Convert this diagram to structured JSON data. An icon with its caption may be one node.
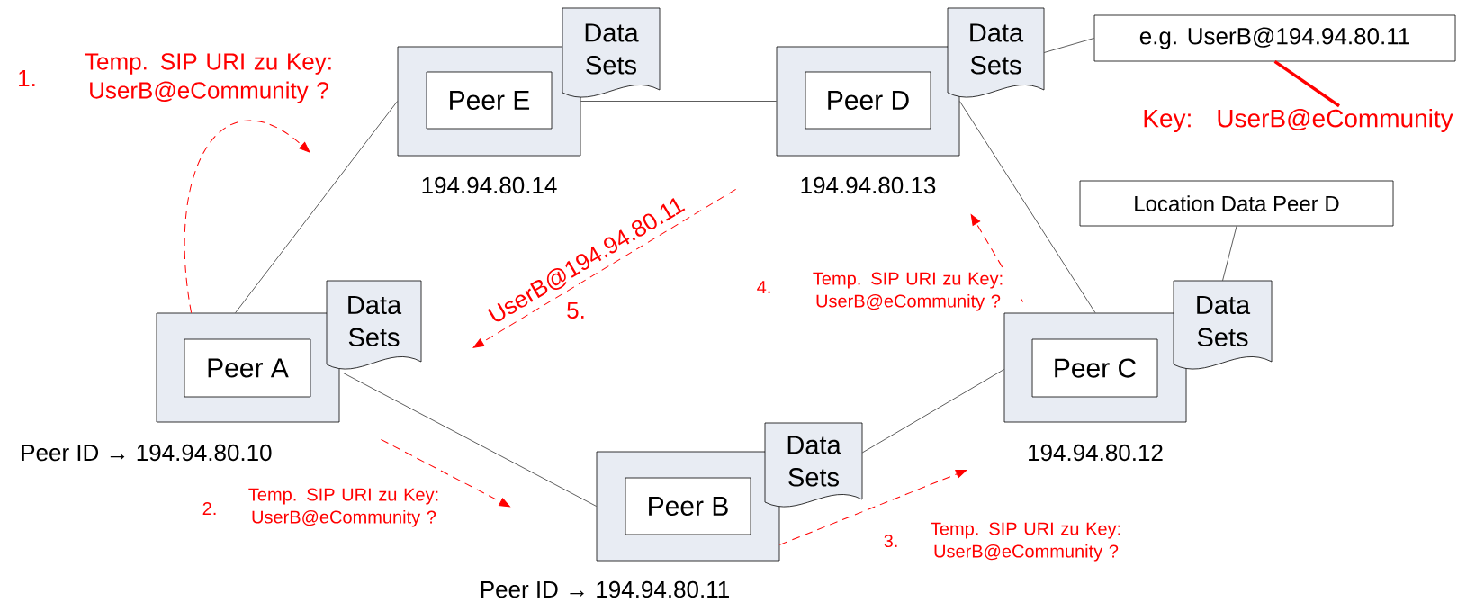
{
  "diagram": {
    "nodes": [
      {
        "text": [],
        "shape": "box",
        "beside": [
          "194.94.80.14"
        ]
      },
      {
        "text": [
          "Peer E"
        ],
        "in": 0
      },
      {
        "text": [
          "Data Sets"
        ]
      },
      {
        "text": [],
        "shape": "box",
        "beside": [
          "194.94.80.13"
        ]
      },
      {
        "text": [
          "Peer D"
        ],
        "in": 3
      },
      {
        "text": [
          "Data Sets"
        ]
      },
      {
        "text": [
          "e.g. UserB@194.94.80.11"
        ]
      },
      {
        "text": [
          "Key:",
          "UserB@eCommunity"
        ]
      },
      {
        "text": [
          "Location Data Peer D"
        ]
      },
      {
        "text": [],
        "shape": "box",
        "beside": [
          "Peer ID → 194.94.80.10"
        ]
      },
      {
        "text": [
          "Peer A"
        ],
        "in": 9
      },
      {
        "text": [
          "Data Sets"
        ]
      },
      {
        "text": [],
        "shape": "box",
        "beside": [
          "194.94.80.12"
        ]
      },
      {
        "text": [
          "Peer C"
        ],
        "in": 12
      },
      {
        "text": [
          "Data Sets"
        ]
      },
      {
        "text": [],
        "shape": "box",
        "beside": [
          "Peer ID → 194.94.80.11"
        ]
      },
      {
        "text": [
          "Peer B"
        ],
        "in": 15
      },
      {
        "text": [
          "Data Sets"
        ]
      }
    ],
    "edges": [
      {
        "from": 9,
        "to": 0,
        "arrow": "none"
      },
      {
        "from": 0,
        "to": 3,
        "arrow": "none"
      },
      {
        "from": 5,
        "to": 6,
        "arrow": "none"
      },
      {
        "from": 7,
        "to": 6,
        "arrow": "none",
        "style": "thick",
        "color": "#ff0000"
      },
      {
        "from": 3,
        "to": 12,
        "arrow": "none"
      },
      {
        "from": 8,
        "to": 14,
        "arrow": "none"
      },
      {
        "from": 9,
        "to": 15,
        "arrow": "none"
      },
      {
        "from": 17,
        "to": 12,
        "arrow": "none"
      },
      {
        "from": 9,
        "to": null,
        "arrow": "to",
        "style": "dashed",
        "color": "#ff0000",
        "label": "Temp. SIP URI zu Key: UserB@eCommunity ?"
      },
      {
        "from": 9,
        "to": 15,
        "arrow": "to",
        "style": "dashed",
        "color": "#ff0000",
        "label": "Temp. SIP URI zu Key: UserB@eCommunity ?"
      },
      {
        "from": 15,
        "to": null,
        "arrow": "to",
        "style": "dashed",
        "color": "#ff0000",
        "label": "Temp. SIP URI zu Key: UserB@eCommunity ?"
      },
      {
        "from": 12,
        "to": 3,
        "arrow": "to",
        "style": "dashed",
        "color": "#ff0000",
        "label": "Temp. SIP URI zu Key: UserB@eCommunity ?"
      },
      {
        "from": 3,
        "to": null,
        "arrow": "to",
        "style": "dashed",
        "color": "#ff0000",
        "label": "UserB@194.94.80.11"
      }
    ],
    "labels": [
      "1.",
      "4.",
      "5.",
      "2.",
      "3."
    ]
  }
}
